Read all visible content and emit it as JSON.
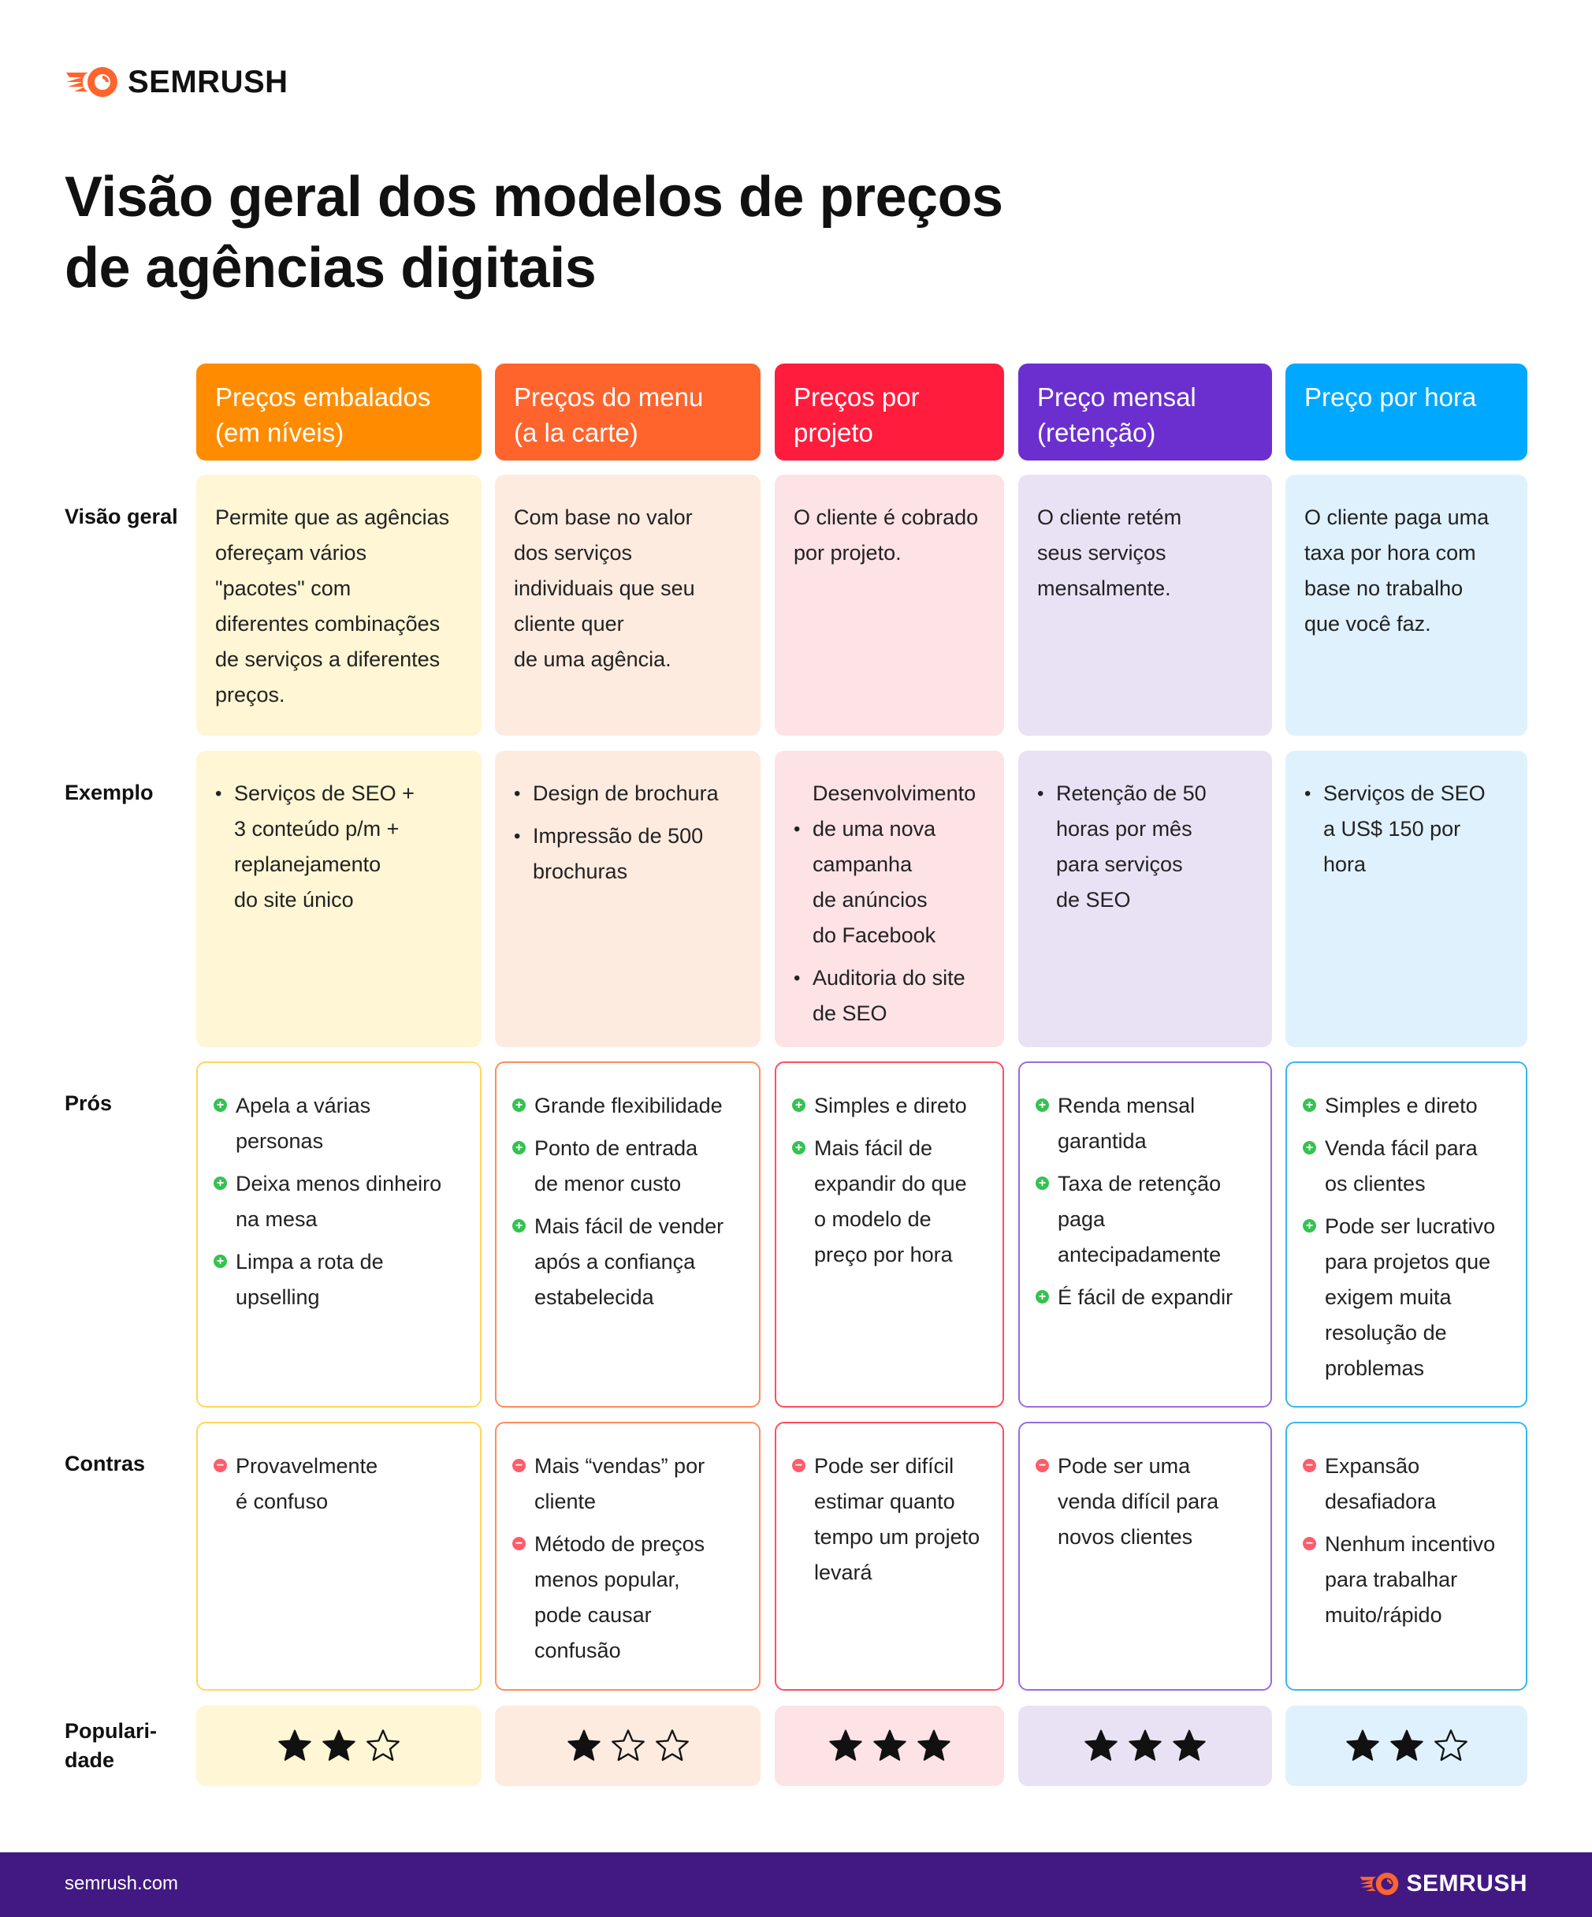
{
  "brand": {
    "name": "SEMRUSH",
    "accent": "#ff642d",
    "footer_color": "#421983",
    "icon": "semrush-fireball-icon"
  },
  "title_lines": [
    "Visão geral dos modelos de preços",
    "de agências digitais"
  ],
  "row_labels": {
    "overview": "Visão geral",
    "example": "Exemplo",
    "pros": "Prós",
    "cons": "Contras",
    "popularity_lines": [
      "Populari-",
      "dade"
    ]
  },
  "columns": [
    {
      "header_lines": [
        "Preços embalados",
        "(em níveis)"
      ],
      "header_color": "#ff8c00",
      "tint_color": "#fef6d4",
      "border_color": "#ffd75c",
      "overview_lines": [
        "Permite que as agências",
        "ofereçam vários",
        "\"pacotes\" com",
        "diferentes combinações",
        "de serviços a diferentes",
        "preços."
      ],
      "example_items": [
        {
          "lines": [
            "Serviços de SEO +",
            "3 conteúdo p/m +",
            "replanejamento",
            "do site único"
          ]
        }
      ],
      "pros": [
        {
          "lines": [
            "Apela a várias",
            "personas"
          ]
        },
        {
          "lines": [
            "Deixa menos dinheiro",
            "na mesa"
          ]
        },
        {
          "lines": [
            "Limpa a rota de",
            "upselling"
          ]
        }
      ],
      "cons": [
        {
          "lines": [
            "Provavelmente",
            "é confuso"
          ]
        }
      ],
      "popularity": 2
    },
    {
      "header_lines": [
        "Preços do menu",
        "(a la carte)"
      ],
      "header_color": "#ff642d",
      "tint_color": "#feebe0",
      "border_color": "#ff8c5c",
      "overview_lines": [
        "Com base no valor",
        "dos serviços",
        "individuais que seu",
        "cliente quer",
        "de uma agência."
      ],
      "example_items": [
        {
          "lines": [
            "Design de brochura"
          ]
        },
        {
          "lines": [
            "Impressão de 500",
            "brochuras"
          ]
        }
      ],
      "pros": [
        {
          "lines": [
            "Grande flexibilidade"
          ]
        },
        {
          "lines": [
            "Ponto de entrada",
            "de menor custo"
          ]
        },
        {
          "lines": [
            "Mais fácil de vender",
            "após a confiança",
            "estabelecida"
          ]
        }
      ],
      "cons": [
        {
          "lines": [
            "Mais “vendas” por",
            "cliente"
          ]
        },
        {
          "lines": [
            "Método de preços",
            "menos popular,",
            "pode causar",
            "confusão"
          ]
        }
      ],
      "popularity": 1
    },
    {
      "header_lines": [
        "Preços por",
        "projeto"
      ],
      "header_color": "#ff1c3c",
      "tint_color": "#fde2e6",
      "border_color": "#ff4d5e",
      "overview_lines": [
        "O cliente é cobrado",
        "por projeto."
      ],
      "example_lead": "Desenvolvimento",
      "example_items": [
        {
          "lines": [
            "de uma nova",
            "campanha",
            "de anúncios",
            "do Facebook"
          ]
        },
        {
          "lines": [
            "Auditoria do site",
            "de SEO"
          ]
        }
      ],
      "pros": [
        {
          "lines": [
            "Simples e direto"
          ]
        },
        {
          "lines": [
            "Mais fácil de",
            "expandir do que",
            "o modelo de",
            "preço por hora"
          ]
        }
      ],
      "cons": [
        {
          "lines": [
            "Pode ser difícil",
            "estimar quanto",
            "tempo um projeto",
            "levará"
          ]
        }
      ],
      "popularity": 3
    },
    {
      "header_lines": [
        "Preço mensal",
        "(retenção)"
      ],
      "header_color": "#6b2fcf",
      "tint_color": "#e9e2f5",
      "border_color": "#9b6be0",
      "overview_lines": [
        "O cliente retém",
        "seus serviços",
        "mensalmente."
      ],
      "example_items": [
        {
          "lines": [
            "Retenção de 50",
            "horas por mês",
            "para serviços",
            "de SEO"
          ]
        }
      ],
      "pros": [
        {
          "lines": [
            "Renda mensal",
            "garantida"
          ]
        },
        {
          "lines": [
            "Taxa de retenção",
            "paga",
            "antecipadamente"
          ]
        },
        {
          "lines": [
            "É fácil de expandir"
          ]
        }
      ],
      "cons": [
        {
          "lines": [
            "Pode ser uma",
            "venda difícil para",
            "novos clientes"
          ]
        }
      ],
      "popularity": 3
    },
    {
      "header_lines": [
        "Preço por hora"
      ],
      "header_color": "#00a8ff",
      "tint_color": "#dff1fd",
      "border_color": "#35b7f2",
      "overview_lines": [
        "O cliente paga uma",
        "taxa por hora com",
        "base no trabalho",
        "que você faz."
      ],
      "example_items": [
        {
          "lines": [
            "Serviços de SEO",
            "a US$ 150 por",
            "hora"
          ]
        }
      ],
      "pros": [
        {
          "lines": [
            "Simples e direto"
          ]
        },
        {
          "lines": [
            "Venda fácil para",
            "os clientes"
          ]
        },
        {
          "lines": [
            "Pode ser lucrativo",
            "para projetos que",
            "exigem muita",
            "resolução de",
            "problemas"
          ]
        }
      ],
      "cons": [
        {
          "lines": [
            "Expansão",
            "desafiadora"
          ]
        },
        {
          "lines": [
            "Nenhum incentivo",
            "para trabalhar",
            "muito/rápido"
          ]
        }
      ],
      "popularity": 2
    }
  ],
  "popularity_max": 3,
  "footer": {
    "url": "semrush.com",
    "brand": "SEMRUSH"
  }
}
